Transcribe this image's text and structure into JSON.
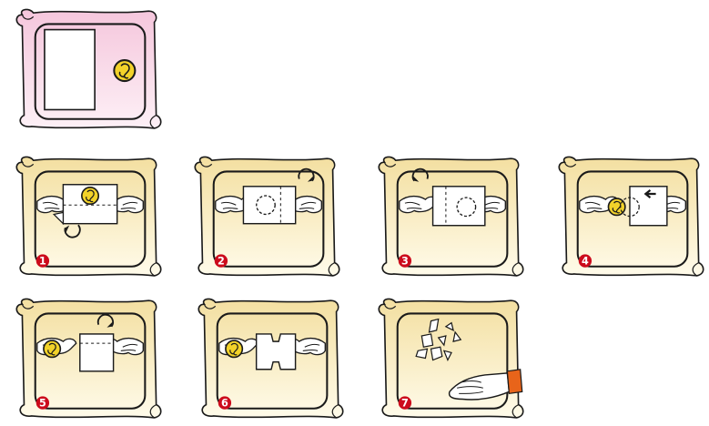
{
  "colors": {
    "outline": "#1a1a1a",
    "coin_fill": "#f2d22a",
    "coin_stroke": "#1a1a1a",
    "intro_parchment_top": "#f5c6dc",
    "intro_parchment_bottom": "#fdf0f6",
    "step_parchment_top": "#f3dfa0",
    "step_parchment_bottom": "#fffbea",
    "step_badge": "#cc0b1c",
    "hand_fill": "#ffffff",
    "cuff_color": "#e8641a"
  },
  "intro": {
    "icons": [
      "blank-paper-icon",
      "coin-icon"
    ]
  },
  "steps": [
    {
      "number": "1",
      "icons": [
        "paper-icon",
        "coin-icon",
        "curved-arrow-icon",
        "hands-icon"
      ]
    },
    {
      "number": "2",
      "icons": [
        "paper-icon",
        "dashed-coin-outline-icon",
        "rotate-arrow-icon",
        "hands-icon"
      ]
    },
    {
      "number": "3",
      "icons": [
        "paper-icon",
        "dashed-coin-outline-icon",
        "rotate-arrow-icon",
        "hands-icon"
      ]
    },
    {
      "number": "4",
      "icons": [
        "paper-icon",
        "coin-icon",
        "arrow-left-icon",
        "hands-icon"
      ]
    },
    {
      "number": "5",
      "icons": [
        "paper-icon",
        "coin-icon",
        "rotate-arrow-icon",
        "hands-icon"
      ]
    },
    {
      "number": "6",
      "icons": [
        "torn-paper-icon",
        "coin-icon",
        "hands-icon"
      ]
    },
    {
      "number": "7",
      "icons": [
        "paper-pieces-icon",
        "gloved-hand-icon"
      ]
    }
  ]
}
